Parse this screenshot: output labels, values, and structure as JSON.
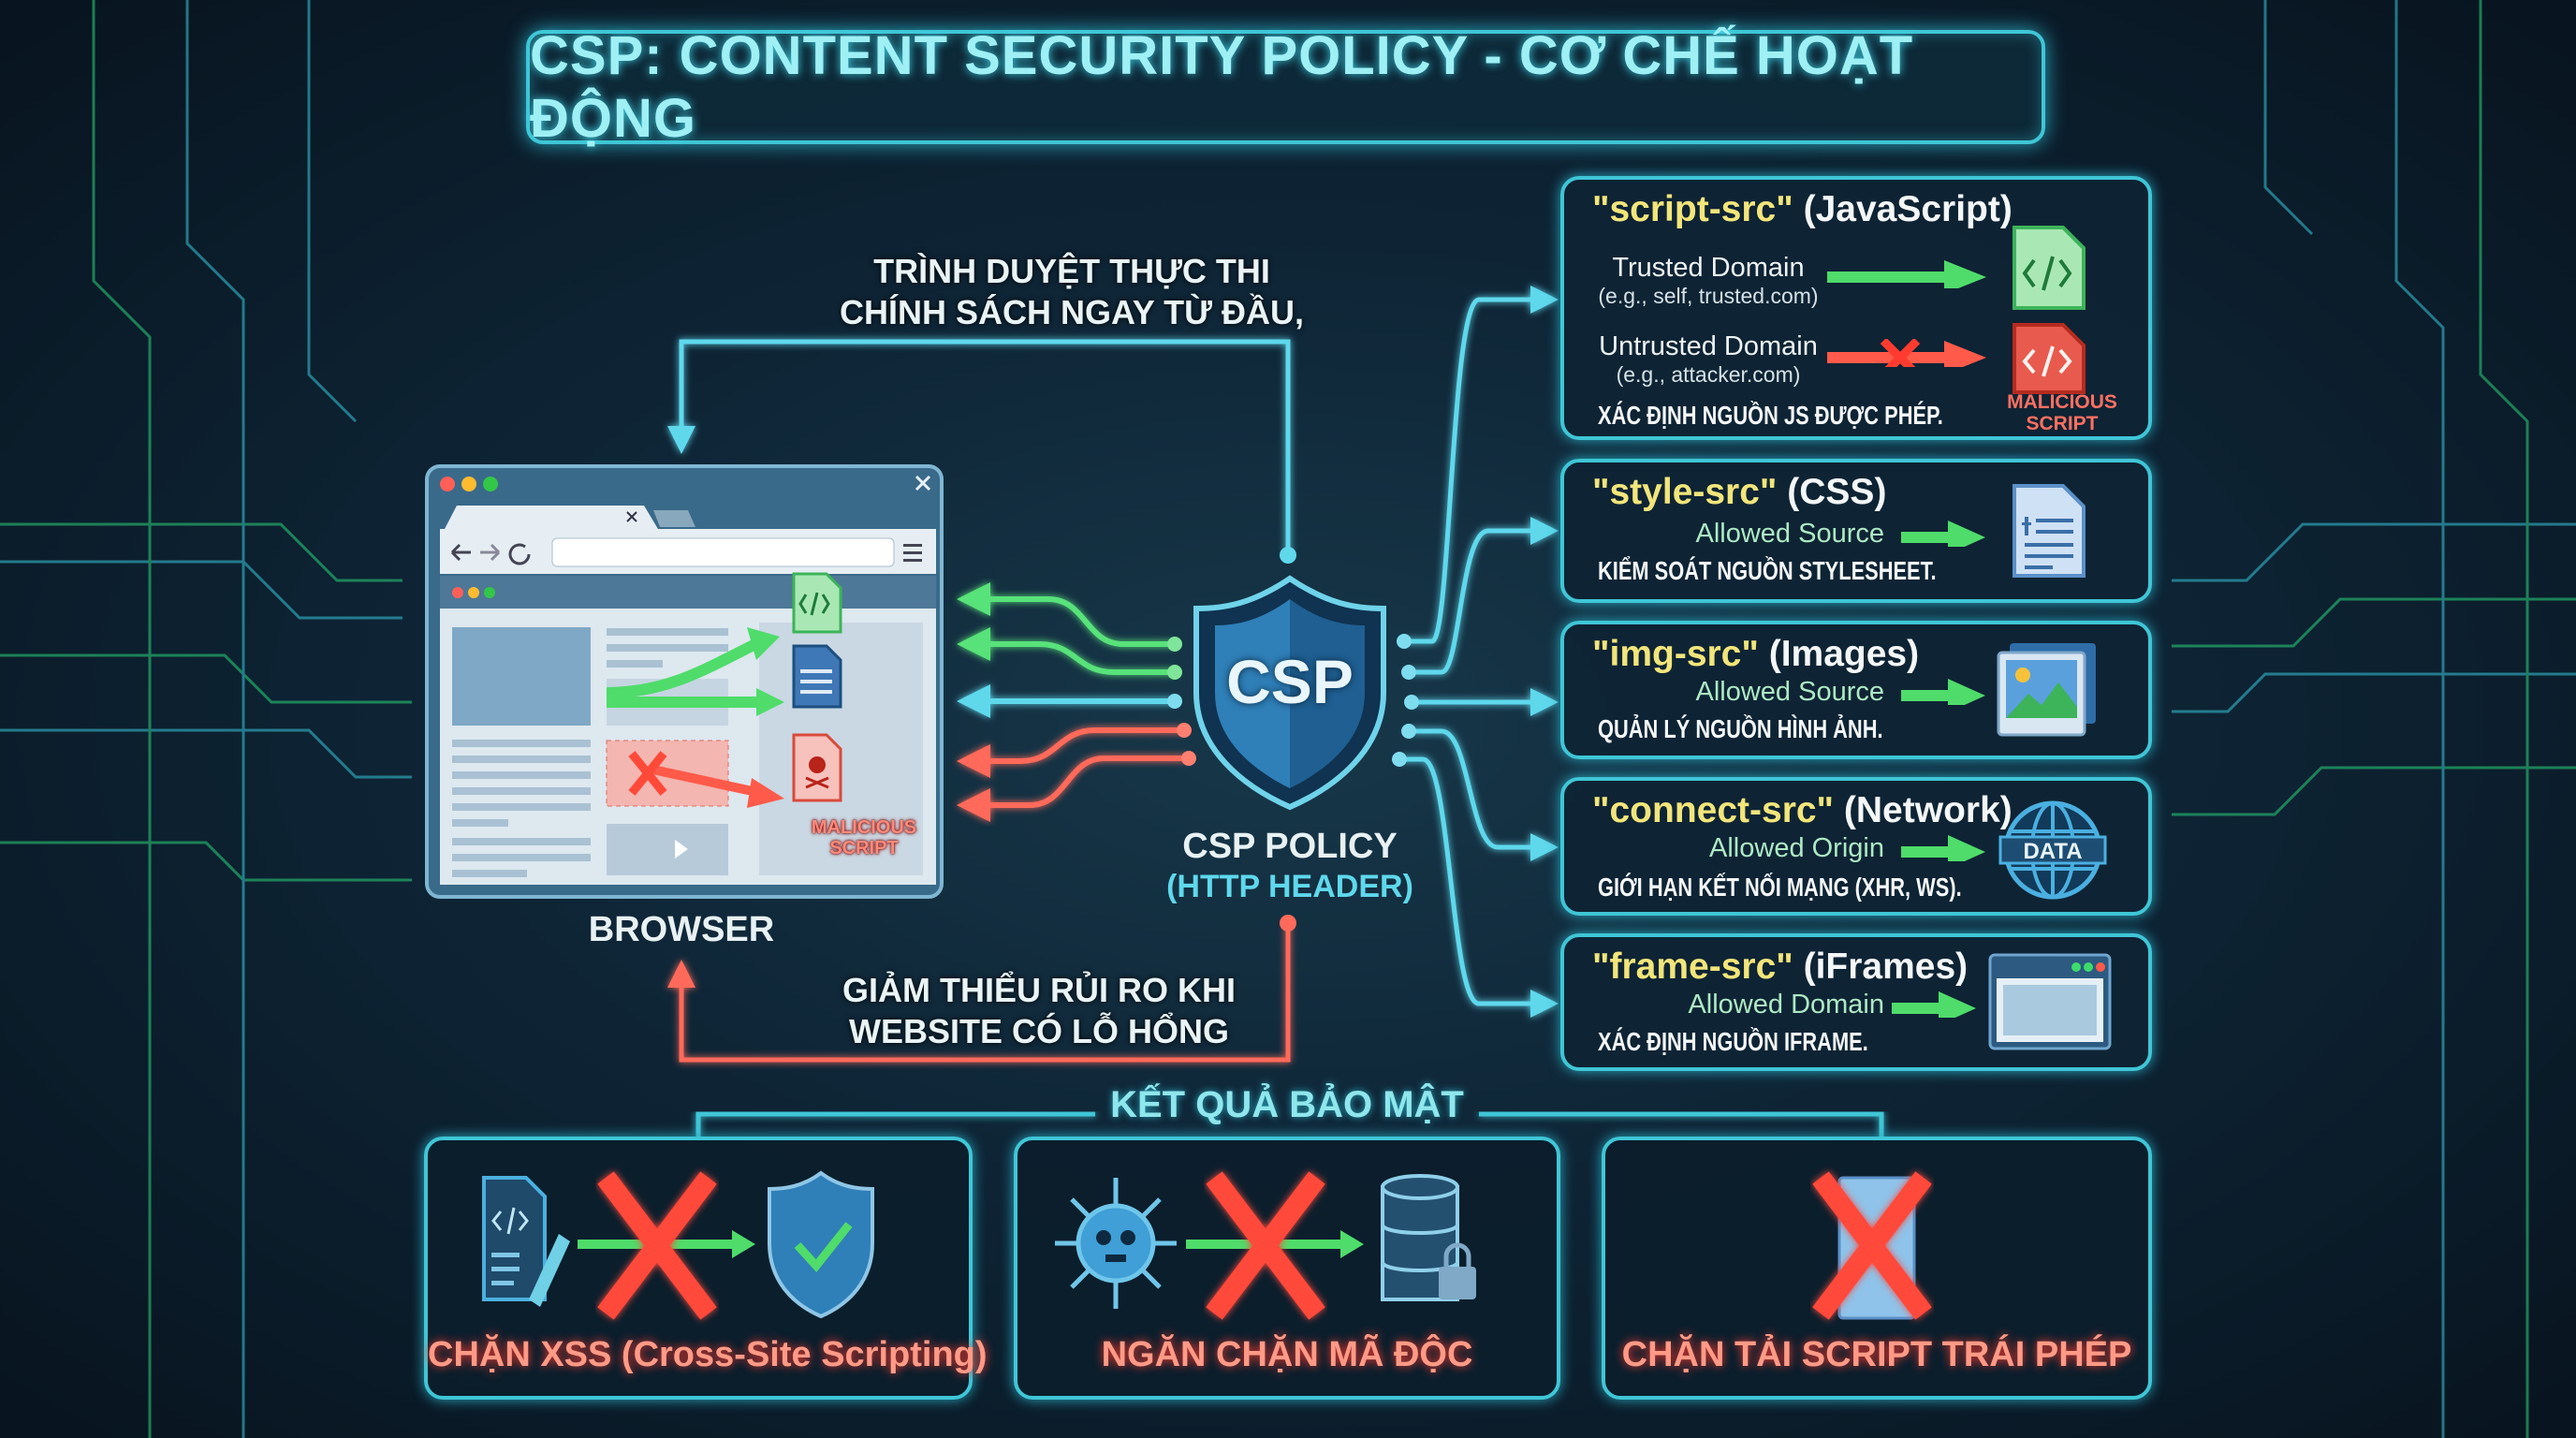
{
  "title": "CSP: CONTENT SECURITY POLICY - CƠ CHẾ HOẠT ĐỘNG",
  "notes": {
    "top": [
      "TRÌNH DUYỆT THỰC THI",
      "CHÍNH SÁCH NGAY TỪ ĐẦU,"
    ],
    "bottom": [
      "GIẢM THIỂU RỦI RO KHI",
      "WEBSITE CÓ LỖ HỔNG"
    ]
  },
  "browser": {
    "label": "BROWSER",
    "malicious_label": [
      "MALICIOUS",
      "SCRIPT"
    ]
  },
  "csp": {
    "badge": "CSP",
    "label": "CSP POLICY",
    "sublabel": "(HTTP HEADER)"
  },
  "directives": [
    {
      "key": "\"script-src\"",
      "paren": "(JavaScript)",
      "trusted": "Trusted Domain",
      "trusted_eg": "(e.g., self, trusted.com)",
      "untrusted": "Untrusted Domain",
      "untrusted_eg": "(e.g., attacker.com)",
      "malicious": [
        "MALICIOUS",
        "SCRIPT"
      ],
      "desc": "XÁC ĐỊNH NGUỒN JS ĐƯỢC PHÉP.",
      "icon": "code-file-icon"
    },
    {
      "key": "\"style-src\"",
      "paren": "(CSS)",
      "allowed": "Allowed Source",
      "desc": "KIỂM SOÁT NGUỒN STYLESHEET.",
      "icon": "stylesheet-icon"
    },
    {
      "key": "\"img-src\"",
      "paren": "(Images)",
      "allowed": "Allowed Source",
      "desc": "QUẢN LÝ NGUỒN HÌNH ẢNH.",
      "icon": "image-icon"
    },
    {
      "key": "\"connect-src\"",
      "paren": "(Network)",
      "allowed": "Allowed Origin",
      "desc": "GIỚI HẠN KẾT NỐI MẠNG (XHR, WS).",
      "icon": "globe-icon",
      "icon_text": "DATA"
    },
    {
      "key": "\"frame-src\"",
      "paren": "(iFrames)",
      "allowed": "Allowed Domain",
      "desc": "XÁC ĐỊNH NGUỒN IFRAME.",
      "icon": "window-icon"
    }
  ],
  "results": {
    "header": "KẾT QUẢ BẢO MẬT",
    "items": [
      {
        "label": "CHẶN XSS (Cross-Site Scripting)"
      },
      {
        "label": "NGĂN CHẶN MÃ ĐỘC"
      },
      {
        "label": "CHẶN TẢI SCRIPT TRÁI PHÉP"
      }
    ]
  },
  "colors": {
    "accent": "#3fc6d6",
    "allowed": "#4fdc6a",
    "blocked": "#ff5a4a",
    "keyword": "#f2e57a",
    "background": "#0e2536"
  }
}
